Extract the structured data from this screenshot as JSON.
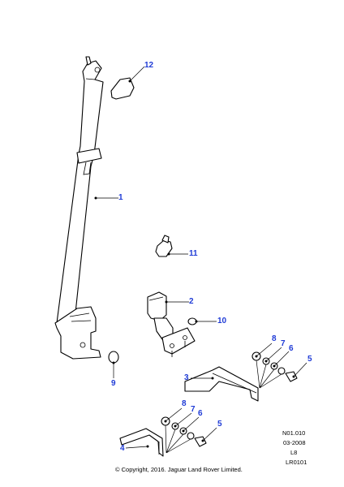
{
  "callouts": {
    "c1": "1",
    "c2": "2",
    "c3": "3",
    "c4": "4",
    "c5a": "5",
    "c5b": "5",
    "c6a": "6",
    "c6b": "6",
    "c7a": "7",
    "c7b": "7",
    "c8a": "8",
    "c8b": "8",
    "c9": "9",
    "c10": "10",
    "c11": "11",
    "c12": "12"
  },
  "reference": {
    "code": "N01.010",
    "date": "03-2008",
    "level": "L8",
    "model": "LR0101"
  },
  "copyright": "© Copyright, 2016. Jaguar Land Rover Limited.",
  "colors": {
    "callout": "#1f3bd6",
    "line": "#000000"
  }
}
